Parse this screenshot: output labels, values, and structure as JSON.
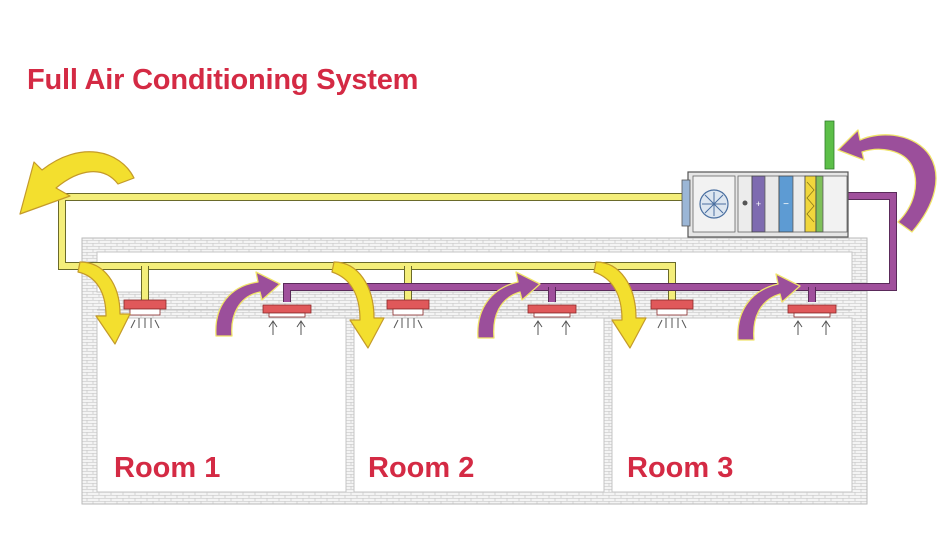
{
  "title": "Full Air Conditioning System",
  "rooms": [
    {
      "label": "Room 1"
    },
    {
      "label": "Room 2"
    },
    {
      "label": "Room 3"
    }
  ],
  "colors": {
    "title": "#d42a44",
    "supply_duct": "#f4ee7a",
    "return_duct": "#a0509c",
    "supply_arrow": "#f3df2e",
    "return_arrow": "#9b4f9b",
    "diffuser": "#e0585a",
    "fresh_air_intake": "#5cbf48",
    "wall": "#c4c4c4"
  },
  "icons": [
    "supply-arrow-icon",
    "return-arrow-icon",
    "diffuser-icon",
    "air-handling-unit-icon",
    "fan-icon"
  ]
}
